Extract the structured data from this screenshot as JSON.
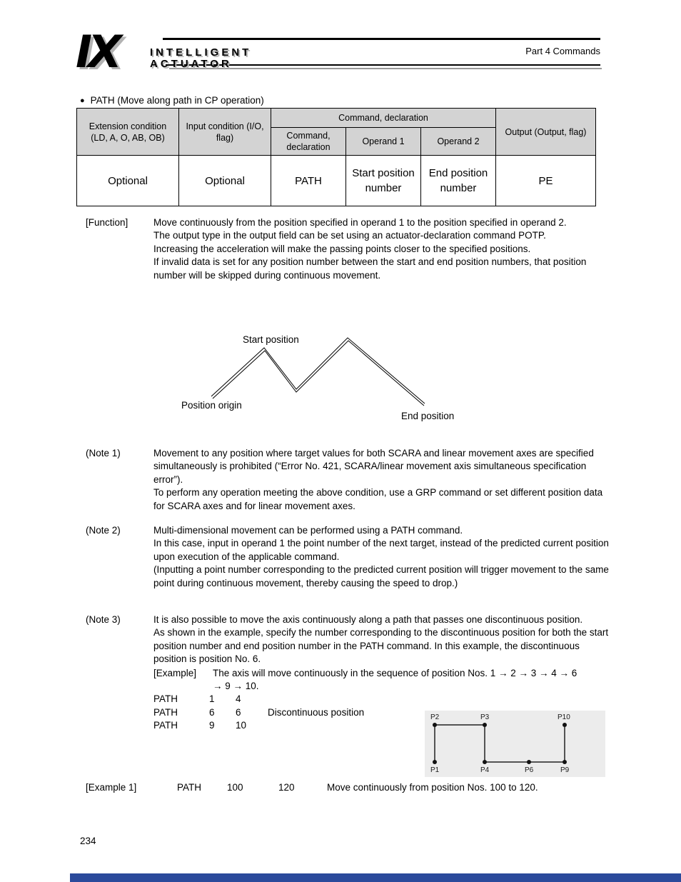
{
  "header": {
    "section": "Part 4 Commands",
    "logo": {
      "main": "IX",
      "line1": "INTELLIGENT",
      "line2": "ACTUATOR"
    }
  },
  "title": {
    "bullet": "●",
    "text": "PATH (Move along path in CP operation)"
  },
  "table": {
    "headers": {
      "extension": "Extension condition (LD, A, O, AB, OB)",
      "input": "Input condition (I/O, flag)",
      "command_group": "Command, declaration",
      "command": "Command, declaration",
      "operand1": "Operand 1",
      "operand2": "Operand 2",
      "output": "Output (Output, flag)"
    },
    "row": {
      "extension": "Optional",
      "input": "Optional",
      "command": "PATH",
      "operand1": "Start position number",
      "operand2": "End position number",
      "output": "PE"
    }
  },
  "function": {
    "label": "[Function]",
    "paras": [
      "Move continuously from the position specified in operand 1 to the position specified in operand 2.",
      "The output type in the output field can be set using an actuator-declaration command POTP.",
      "Increasing the acceleration will make the passing points closer to the specified positions.",
      "If invalid data is set for any position number between the start and end position numbers, that position number will be skipped during continuous movement."
    ]
  },
  "diagram": {
    "start_label": "Start position",
    "origin_label": "Position origin",
    "end_label": "End position"
  },
  "note1": {
    "label": "(Note 1)",
    "paras": [
      "Movement to any position where target values for both SCARA and linear movement axes are specified simultaneously is prohibited (“Error No. 421, SCARA/linear movement axis simultaneous specification error”).",
      "To perform any operation meeting the above condition, use a GRP command or set different position data for SCARA axes and for linear movement axes."
    ]
  },
  "note2": {
    "label": "(Note 2)",
    "paras": [
      "Multi-dimensional movement can be performed using a PATH command.",
      "In this case, input in operand 1 the point number of the next target, instead of the predicted current position upon execution of the applicable command.",
      "(Inputting a point number corresponding to the predicted current position will trigger movement to the same point during continuous movement, thereby causing the speed to drop.)"
    ]
  },
  "note3": {
    "label": "(Note 3)",
    "paras": [
      "It is also possible to move the axis continuously along a path that passes one discontinuous position.",
      "As shown in the example, specify the number corresponding to the discontinuous position for both the start position number and end position number in the PATH command. In this example, the discontinuous position is position No. 6."
    ],
    "example_label": "[Example]",
    "example_text": "The axis will move continuously in the sequence of position Nos. 1 → 2 → 3 → 4 → 6 → 9 → 10.",
    "rows": [
      {
        "cmd": "PATH",
        "a": "1",
        "b": "4",
        "note": ""
      },
      {
        "cmd": "PATH",
        "a": "6",
        "b": "6",
        "note": "Discontinuous position"
      },
      {
        "cmd": "PATH",
        "a": "9",
        "b": "10",
        "note": ""
      }
    ],
    "points": {
      "p1": "P1",
      "p2": "P2",
      "p3": "P3",
      "p4": "P4",
      "p6": "P6",
      "p9": "P9",
      "p10": "P10"
    }
  },
  "example1": {
    "label": "[Example 1]",
    "cmd": "PATH",
    "op1": "100",
    "op2": "120",
    "desc": "Move continuously from position Nos. 100 to 120."
  },
  "footer": {
    "page_number": "234"
  },
  "colors": {
    "accent_bar": "#2b4a9b",
    "table_header_bg": "#d3d3d3"
  }
}
